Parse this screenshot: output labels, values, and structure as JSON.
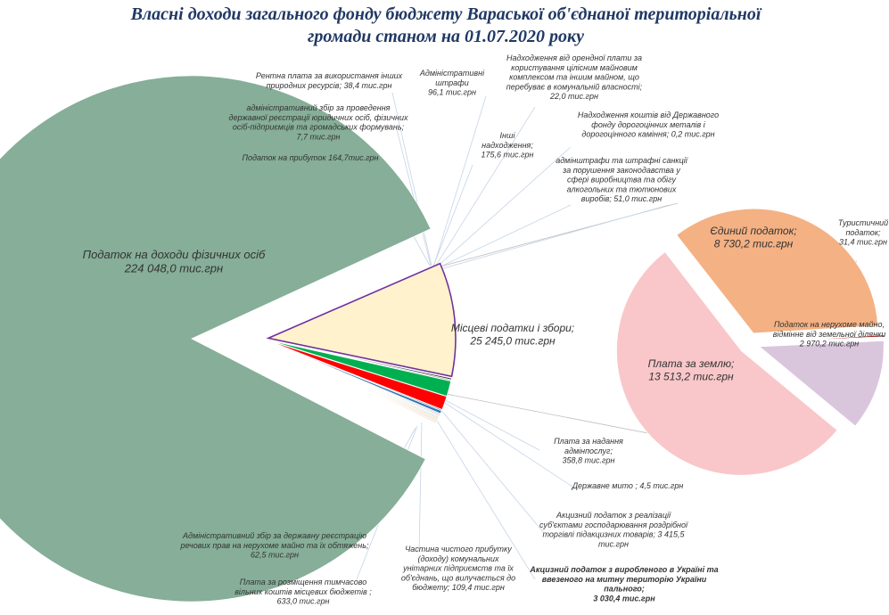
{
  "title_line1": "Власні доходи загального фонду бюджету Вараської об'єднаної територіальної",
  "title_line2": "громади станом на 01.07.2020 року",
  "chart_data": {
    "type": "pie",
    "unit": "тис.грн",
    "main_pie": {
      "slices": [
        {
          "name": "Податок на доходи фізичних осіб",
          "value": 224048.0,
          "color": "#86ae98",
          "label": [
            "Податок на доходи фізичних осіб",
            "224 048,0 тис.грн"
          ]
        },
        {
          "name": "Місцеві податки і збори",
          "value": 25245.0,
          "color": "#fff2cc",
          "label": [
            "Місцеві податки і збори;",
            "25 245,0  тис.грн"
          ]
        },
        {
          "name": "Плата за надання адмінпослуг",
          "value": 358.8,
          "color": "#2e2e2e",
          "label": [
            "Плата за надання",
            "адмінпослуг;",
            "358,8 тис.грн"
          ]
        },
        {
          "name": "Державне мито",
          "value": 4.5,
          "color": "#7f7f7f",
          "label": [
            "Державне мито ;  4,5 тис.грн"
          ]
        },
        {
          "name": "Акцизний податок з реалізації суб'єктами господарювання роздрібної торгівлі підакцизних товарів",
          "value": 3415.5,
          "color": "#00b050",
          "label": [
            "Акцизний податок з реалізації",
            "суб'єктами господарювання роздрібної",
            "торгівлі підакцизних товарів; 3 415,5",
            "тис.грн"
          ]
        },
        {
          "name": "Акцизний податок з виробленого в Україні та ввезеного на митну територію України пального",
          "value": 3030.4,
          "color": "#ff0000",
          "label": [
            "Акцизний податок з виробленого в Україні та",
            "ввезеного на митну територію України",
            "пального;",
            "3 030,4 тис.грн"
          ]
        },
        {
          "name": "Частина чистого прибутку (доходу) комунальних унітарних підприємств та їх об'єднань, що вилучається до бюджету",
          "value": 109.4,
          "color": "#1f4e79",
          "label": [
            "Частина чистого прибутку",
            "(доходу) комунальних",
            "унітарних підприємств та їх",
            "об'єднань, що вилучається до",
            "бюджету;  109,4 тис.грн"
          ]
        },
        {
          "name": "Плата за розміщення тимчасово вільних коштів місцевих бюджетів",
          "value": 633.0,
          "color": "#2e75b6",
          "label": [
            "Плата за розміщення тимчасово",
            "вільних коштів місцевих бюджетів ;",
            "633,0 тис.грн"
          ]
        },
        {
          "name": "Адміністративний збір за державну реєстрацію речових прав на нерухоме майно та їх обтяжень",
          "value": 62.5,
          "color": "#9dc3e6",
          "label": [
            "Адміністративний збір за державну реєстрацію",
            "речових прав на нерухоме майно та їх обтяжень;",
            "62,5 тис.грн"
          ]
        },
        {
          "name": "Податок на прибуток",
          "value": 164.7,
          "color": "#f4b183",
          "label": [
            "Податок на прибуток  164,7тис.грн"
          ]
        },
        {
          "name": "адміністративний збір за проведення державної реєстрації юридичних осіб, фізичних осіб-підприємців та громадських формувань",
          "value": 7.7,
          "color": "#bdd7ee",
          "label": [
            "адміністративний збір за проведення",
            "державної реєстрації юридичних осіб, фізичних",
            "осіб-підприємців та громадських формувань;",
            "7,7 тис.грн"
          ]
        },
        {
          "name": "Рентна плата за використання інших природних ресурсів",
          "value": 38.4,
          "color": "#c9c9c9",
          "label": [
            "Рентна плата за використання інших",
            "природних ресурсів;  38,4 тис.грн"
          ]
        },
        {
          "name": "Адміністративні штрафи",
          "value": 96.1,
          "color": "#a9d18e",
          "label": [
            "Адміністративні",
            "штрафи",
            "96,1 тис.грн"
          ]
        },
        {
          "name": "Надходження від орендної плати за користування цілісним майновим комплексом та іншим майном, що перебуває в комунальній власності",
          "value": 22.0,
          "color": "#ffd966",
          "label": [
            "Надходження від орендної плати за",
            "користування цілісним майновим",
            "комплексом та іншим майном, що",
            "перебуває в комунальній власності;",
            "22,0 тис.грн"
          ]
        },
        {
          "name": "Інші надходження",
          "value": 175.6,
          "color": "#e2aaaa",
          "label": [
            "Інші",
            "надходження;",
            "175,6 тис.грн"
          ]
        },
        {
          "name": "Надходження коштів від Державного фонду дорогоцінних металів і дорогоцінного каміння",
          "value": 0.2,
          "color": "#d9d9d9",
          "label": [
            "Надходження коштів від Державного",
            "фонду дорогоцінних металів і",
            "дорогоцінного каміння;  0,2 тис.грн"
          ]
        },
        {
          "name": "адмінштрафи та штрафні санкції за порушення законодавства у сфері виробництва та обігу алкогольних та тютюнових виробів",
          "value": 51.0,
          "color": "#f8cbad",
          "label": [
            "адмінштрафи та штрафні санкції",
            "за порушення законодавства у",
            "сфері виробництва та обігу",
            "алкогольних та тютюнових",
            "виробів;  51,0 тис.грн"
          ]
        }
      ]
    },
    "sub_pie": {
      "parent": "Місцеві податки і збори",
      "slices": [
        {
          "name": "Єдиний податок",
          "value": 8730.2,
          "color": "#f4b183",
          "label": [
            "Єдиний податок;",
            "8 730,2 тис.грн"
          ]
        },
        {
          "name": "Туристичний податок",
          "value": 31.4,
          "color": "#c00000",
          "label": [
            "Туристичний",
            "податок;",
            "31,4 тис.грн"
          ]
        },
        {
          "name": "Податок на нерухоме майно, відмінне від земельної ділянки",
          "value": 2970.2,
          "color": "#d9c6dc",
          "label": [
            "Податок на нерухоме майно,",
            "відмінне від земельної ділянки",
            "2 970,2 тис.грн"
          ]
        },
        {
          "name": "Плата за землю",
          "value": 13513.2,
          "color": "#f9c7c9",
          "label": [
            "Плата за землю;",
            "13 513,2 тис.грн"
          ]
        }
      ]
    }
  }
}
